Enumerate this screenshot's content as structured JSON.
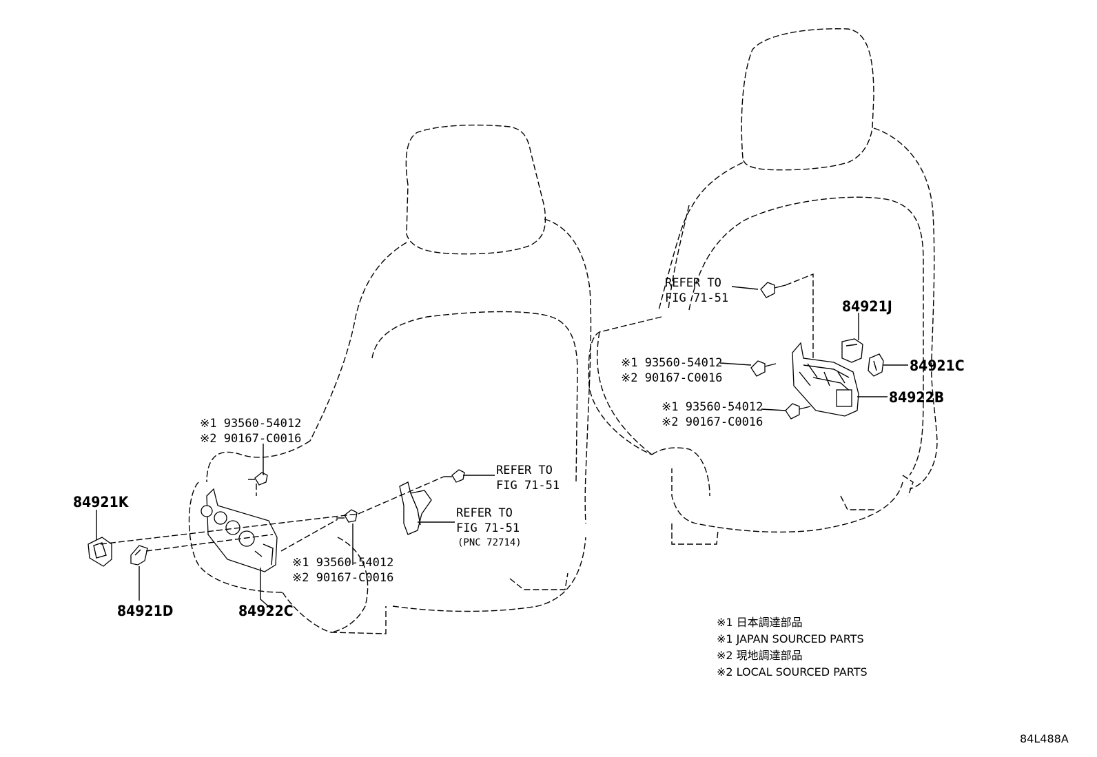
{
  "labels": {
    "refer_to_1_l1": "REFER TO",
    "refer_to_1_l2": "FIG 71-51",
    "refer_to_2_l1": "REFER TO",
    "refer_to_2_l2": "FIG 71-51",
    "refer_to_3_l1": "REFER TO",
    "refer_to_3_l2": "FIG 71-51",
    "refer_to_3_l3": "(PNC 72714)",
    "bolt_right_a_l1": "※1 93560-54012",
    "bolt_right_a_l2": "※2 90167-C0016",
    "bolt_right_b_l1": "※1 93560-54012",
    "bolt_right_b_l2": "※2 90167-C0016",
    "bolt_left_top_l1": "※1 93560-54012",
    "bolt_left_top_l2": "※2 90167-C0016",
    "bolt_left_bottom_l1": "※1 93560-54012",
    "bolt_left_bottom_l2": "※2 90167-C0016",
    "part_84921J": "84921J",
    "part_84921C": "84921C",
    "part_84922B": "84922B",
    "part_84921K": "84921K",
    "part_84921D": "84921D",
    "part_84922C": "84922C"
  },
  "legend": {
    "line1": "※1 日本調達部品",
    "line2": "※1 JAPAN SOURCED PARTS",
    "line3": "※2 現地調達部品",
    "line4": "※2 LOCAL SOURCED PARTS"
  },
  "figure_id": "84L488A"
}
